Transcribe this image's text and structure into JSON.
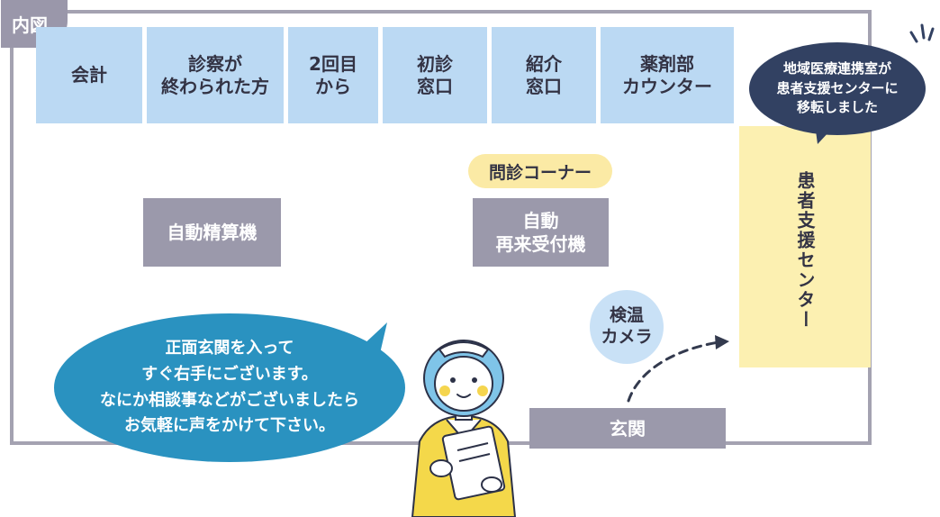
{
  "map": {
    "title": "内図"
  },
  "counters": [
    {
      "lines": [
        "会計"
      ]
    },
    {
      "lines": [
        "診察が",
        "終わられた方"
      ]
    },
    {
      "lines": [
        "2回目",
        "から"
      ]
    },
    {
      "lines": [
        "初診",
        "窓口"
      ]
    },
    {
      "lines": [
        "紹介",
        "窓口"
      ]
    },
    {
      "lines": [
        "薬剤部",
        "カウンター"
      ]
    }
  ],
  "rooms": {
    "monshin_corner": "問診コーナー",
    "auto_payment": "自動精算機",
    "auto_reception": [
      "自動",
      "再来受付機"
    ],
    "entrance": "玄関",
    "thermal_camera": [
      "検温",
      "カメラ"
    ],
    "support_center": "患者支援センター"
  },
  "notices": {
    "dark_bubble": [
      "地域医療連携室が",
      "患者支援センターに",
      "移転しました"
    ],
    "guide_bubble": [
      "正面玄関を入って",
      "すぐ右手にございます。",
      "なにか相談事などがございましたら",
      "お気軽に声をかけて下さい。"
    ]
  },
  "colors": {
    "counter_bg": "#bbd9f3",
    "grey_box": "#9b99ab",
    "yellow": "#fcf0b1",
    "dark_bubble": "#324162",
    "blue_bubble": "#2a92c0",
    "wall": "#a4a2b1"
  }
}
